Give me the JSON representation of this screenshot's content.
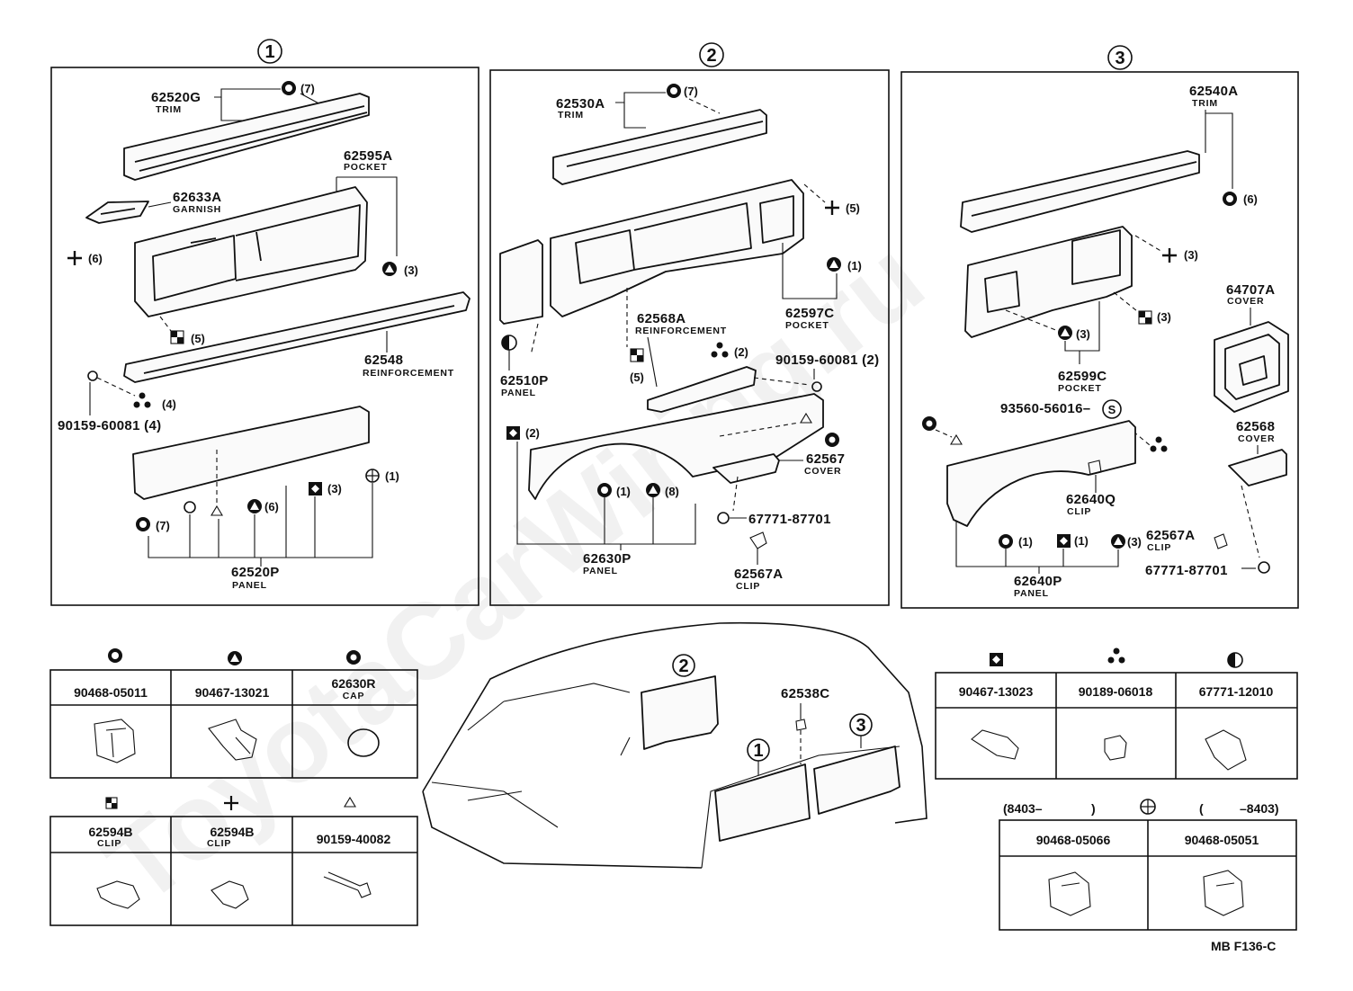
{
  "section_numbers": [
    "1",
    "2",
    "3"
  ],
  "panel1": {
    "trim": {
      "pn": "62520G",
      "sub": "TRIM",
      "qty": "(7)"
    },
    "pocket": {
      "pn": "62595A",
      "sub": "POCKET"
    },
    "garnish": {
      "pn": "62633A",
      "sub": "GARNISH"
    },
    "qty_cross6": "(6)",
    "qty_tri3": "(3)",
    "qty_check5": "(5)",
    "reinforcement": {
      "pn": "62548",
      "sub": "REINFORCEMENT"
    },
    "clip4_qty": "(4)",
    "screw": {
      "pn": "90159-60081 (4)"
    },
    "qty_diamond3": "(3)",
    "qty_plus1": "(1)",
    "qty_dot7": "(7)",
    "qty_tri6": "(6)",
    "panel": {
      "pn": "62520P",
      "sub": "PANEL"
    }
  },
  "panel2": {
    "trim": {
      "pn": "62530A",
      "sub": "TRIM",
      "qty": "(7)"
    },
    "qty_cross5": "(5)",
    "qty_tri1": "(1)",
    "pocket": {
      "pn": "62597C",
      "sub": "POCKET"
    },
    "reinforcement": {
      "pn": "62568A",
      "sub": "REINFORCEMENT"
    },
    "qty_clip2": "(2)",
    "screw": {
      "pn": "90159-60081  (2)"
    },
    "qty_check5": "(5)",
    "panel_small": {
      "pn": "62510P",
      "sub": "PANEL"
    },
    "qty_diamond2": "(2)",
    "cover": {
      "pn": "62567",
      "sub": "COVER"
    },
    "qty_dot1": "(1)",
    "qty_tri8": "(8)",
    "bolt": {
      "pn": "67771-87701"
    },
    "panel": {
      "pn": "62630P",
      "sub": "PANEL"
    },
    "clip": {
      "pn": "62567A",
      "sub": "CLIP"
    }
  },
  "panel3": {
    "trim": {
      "pn": "62540A",
      "sub": "TRIM"
    },
    "qty_dot6": "(6)",
    "qty_cross3": "(3)",
    "qty_check3": "(3)",
    "qty_tri3": "(3)",
    "pocket": {
      "pn": "62599C",
      "sub": "POCKET"
    },
    "cover_big": {
      "pn": "64707A",
      "sub": "COVER"
    },
    "s_clip": {
      "pn": "93560-56016–",
      "mark": "S"
    },
    "cover": {
      "pn": "62568",
      "sub": "COVER"
    },
    "clip_q": {
      "pn": "62640Q",
      "sub": "CLIP"
    },
    "clip_a": {
      "pn": "62567A",
      "sub": "CLIP"
    },
    "bolt": {
      "pn": "67771-87701"
    },
    "qty_dot1": "(1)",
    "qty_diamond1": "(1)",
    "panel": {
      "pn": "62640P",
      "sub": "PANEL"
    }
  },
  "vehicle": {
    "label_2": "2",
    "label_1": "1",
    "label_3": "3",
    "part": "62538C"
  },
  "table_a": [
    {
      "pn": "90468-05011",
      "sub": ""
    },
    {
      "pn": "90467-13021",
      "sub": ""
    },
    {
      "pn": "62630R",
      "sub": "CAP"
    }
  ],
  "table_b": [
    {
      "pn": "62594B",
      "sub": "CLIP"
    },
    {
      "pn": "62594B",
      "sub": "CLIP"
    },
    {
      "pn": "90159-40082",
      "sub": ""
    }
  ],
  "table_c": [
    {
      "pn": "90467-13023",
      "sub": ""
    },
    {
      "pn": "90189-06018",
      "sub": ""
    },
    {
      "pn": "67771-12010",
      "sub": ""
    }
  ],
  "table_d": {
    "header_left": "(8403–",
    "header_left_close": ")",
    "header_right_open": "(",
    "header_right": "–8403)",
    "cells": [
      {
        "pn": "90468-05066"
      },
      {
        "pn": "90468-05051"
      }
    ]
  },
  "footer_code": "MB F136-C",
  "watermark": "ToyotaCarWiring.ru"
}
